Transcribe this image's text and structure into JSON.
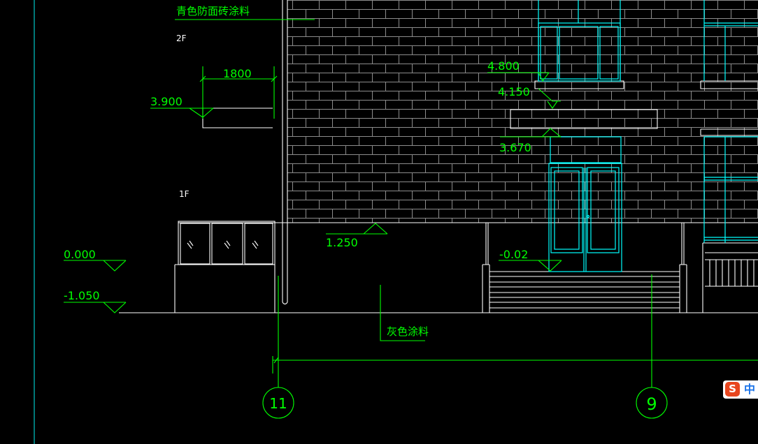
{
  "drawing": {
    "annotations": {
      "top_material": "青色防面砖涂料",
      "bottom_material": "灰色涂料"
    },
    "floor_labels": {
      "second": "2F",
      "first": "1F"
    },
    "dimension": "1800",
    "elevations": {
      "canopy_left": "3.900",
      "window_top": "4.800",
      "window_sill": "4.150",
      "door_top": "3.670",
      "ground_floor": "0.000",
      "outdoor_ground": "-1.050",
      "terrace": "1.250",
      "entrance": "-0.02"
    },
    "axis_bubbles": {
      "left": "11",
      "right": "9"
    }
  },
  "ime_indicator": {
    "logo": "S",
    "mode": "中"
  },
  "colors": {
    "background": "#000000",
    "annotation_green": "#00ff00",
    "window_cyan": "#00ffff",
    "linework": "#ffffff",
    "brick": "#8c8c8c",
    "border_cyan": "#00c8c8"
  }
}
